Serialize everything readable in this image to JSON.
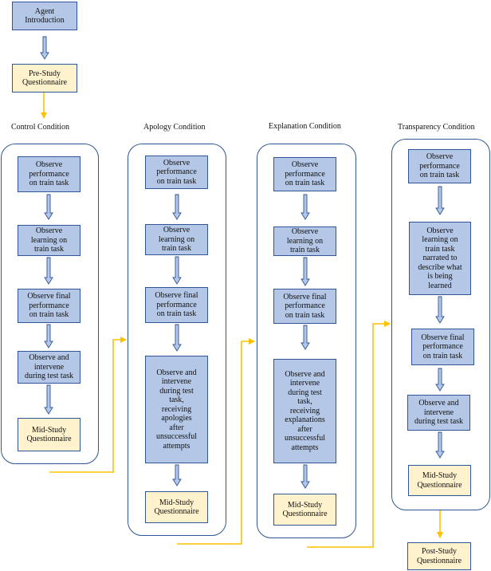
{
  "intro": "Agent\nIntroduction",
  "pre_study": "Pre-Study\nQuestionnaire",
  "post_study": "Post-Study\nQuestionnaire",
  "conditions": [
    {
      "title": "Control Condition",
      "steps": [
        "Observe\nperformance\non train task",
        "Observe\nlearning on\ntrain task",
        "Observe final\nperformance\non train task",
        "Observe and\nintervene\nduring test task"
      ],
      "questionnaire": "Mid-Study\nQuestionnaire"
    },
    {
      "title": "Apology Condition",
      "steps": [
        "Observe\nperformance\non train task",
        "Observe\nlearning on\ntrain task",
        "Observe final\nperformance\non train task",
        "Observe and\nintervene\nduring test\ntask,\nreceiving\napologies\nafter\nunsuccessful\nattempts"
      ],
      "questionnaire": "Mid-Study\nQuestionnaire"
    },
    {
      "title": "Explanation Condition",
      "steps": [
        "Observe\nperformance\non train task",
        "Observe\nlearning on\ntrain task",
        "Observe final\nperformance\non train task",
        "Observe and\nintervene\nduring test\ntask,\nreceiving\nexplanations\nafter\nunsuccessful\nattempts"
      ],
      "questionnaire": "Mid-Study\nQuestionnaire"
    },
    {
      "title": "Transparency Condition",
      "steps": [
        "Observe\nperformance\non train task",
        "Observe\nlearning on\ntrain task\nnarrated to\ndescribe what\nis being\nlearned",
        "Observe final\nperformance\non train task",
        "Observe and\nintervene\nduring test task"
      ],
      "questionnaire": "Mid-Study\nQuestionnaire"
    }
  ],
  "colors": {
    "step_fill": "#b4c7e7",
    "step_border": "#2f5597",
    "questionnaire_fill": "#fff2cc",
    "flow_connector": "#ffc000",
    "panel_border": "#2f5597"
  }
}
